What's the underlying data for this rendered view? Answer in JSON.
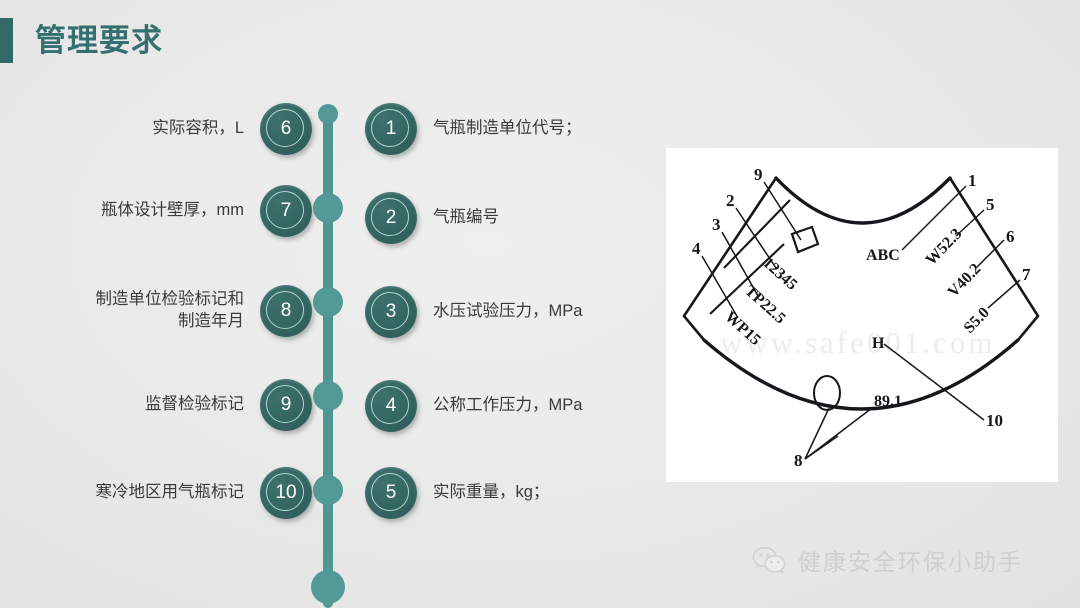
{
  "header": {
    "title": "管理要求",
    "accent_color": "#336a68"
  },
  "theme": {
    "background": "#e9e9e9",
    "bullet_fill": "#336461",
    "spine_color": "#4f9693",
    "title_color": "#357070",
    "label_color": "#3a3a3a"
  },
  "left_column": [
    {
      "number": "6",
      "label": "实际容积，L"
    },
    {
      "number": "7",
      "label": "瓶体设计壁厚，mm"
    },
    {
      "number": "8",
      "label": "制造单位检验标记和\n制造年月"
    },
    {
      "number": "9",
      "label": "监督检验标记"
    },
    {
      "number": "10",
      "label": "寒冷地区用气瓶标记"
    }
  ],
  "right_column": [
    {
      "number": "1",
      "label": "气瓶制造单位代号；"
    },
    {
      "number": "2",
      "label": "气瓶编号"
    },
    {
      "number": "3",
      "label": "水压试验压力，MPa"
    },
    {
      "number": "4",
      "label": "公称工作压力，MPa"
    },
    {
      "number": "5",
      "label": "实际重量，kg；"
    }
  ],
  "diagram": {
    "name": "cylinder-shoulder-marking-diagram",
    "callout_numbers": [
      "1",
      "2",
      "3",
      "4",
      "5",
      "6",
      "7",
      "8",
      "9",
      "10"
    ],
    "markings": {
      "serial_number": "12345",
      "test_pressure": "TP22.5",
      "working_pressure": "WP15",
      "manufacturer_code": "ABC",
      "weight": "W52.3",
      "volume": "V40.2",
      "wall_thickness": "S5.0",
      "cold_region_mark": "H",
      "actual_weight": "89.1"
    },
    "watermark": "www.safe001.com"
  },
  "footer": {
    "wechat_account": "健康安全环保小助手",
    "icon": "wechat-icon"
  }
}
